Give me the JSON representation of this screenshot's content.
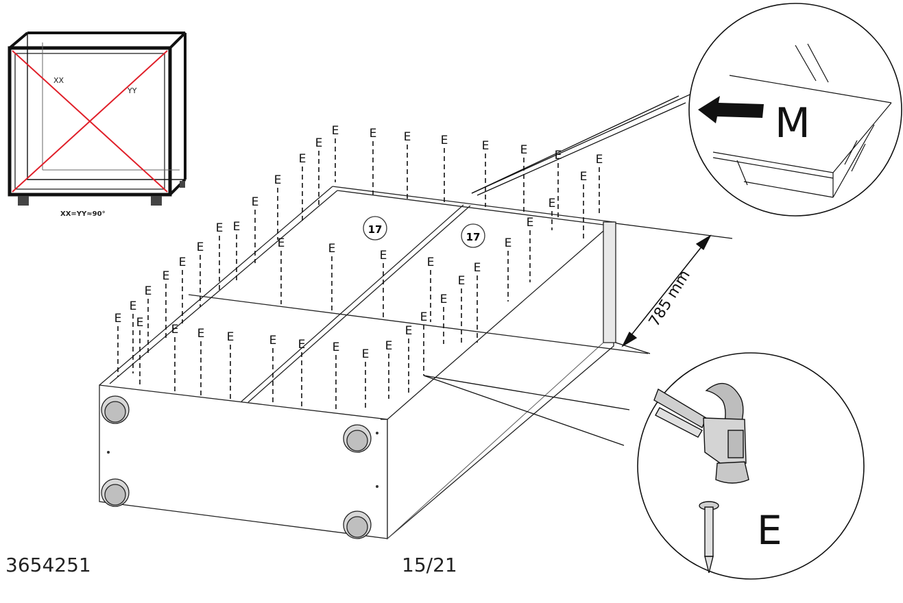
{
  "inset": {
    "diag_label_1": "XX",
    "diag_label_2": "YY",
    "caption": "XX=YY≈90°",
    "diagonal_color": "#e0202a"
  },
  "parts": {
    "panel_number_1": "17",
    "panel_number_2": "17",
    "nail_letter": "E"
  },
  "dimension": {
    "label": "785 mm"
  },
  "callout_top": {
    "letter": "M"
  },
  "callout_bottom": {
    "letter": "E",
    "tool_icon": "hammer-icon",
    "fastener_icon": "nail-icon"
  },
  "footer": {
    "article_number": "3654251",
    "page": "15/21"
  }
}
